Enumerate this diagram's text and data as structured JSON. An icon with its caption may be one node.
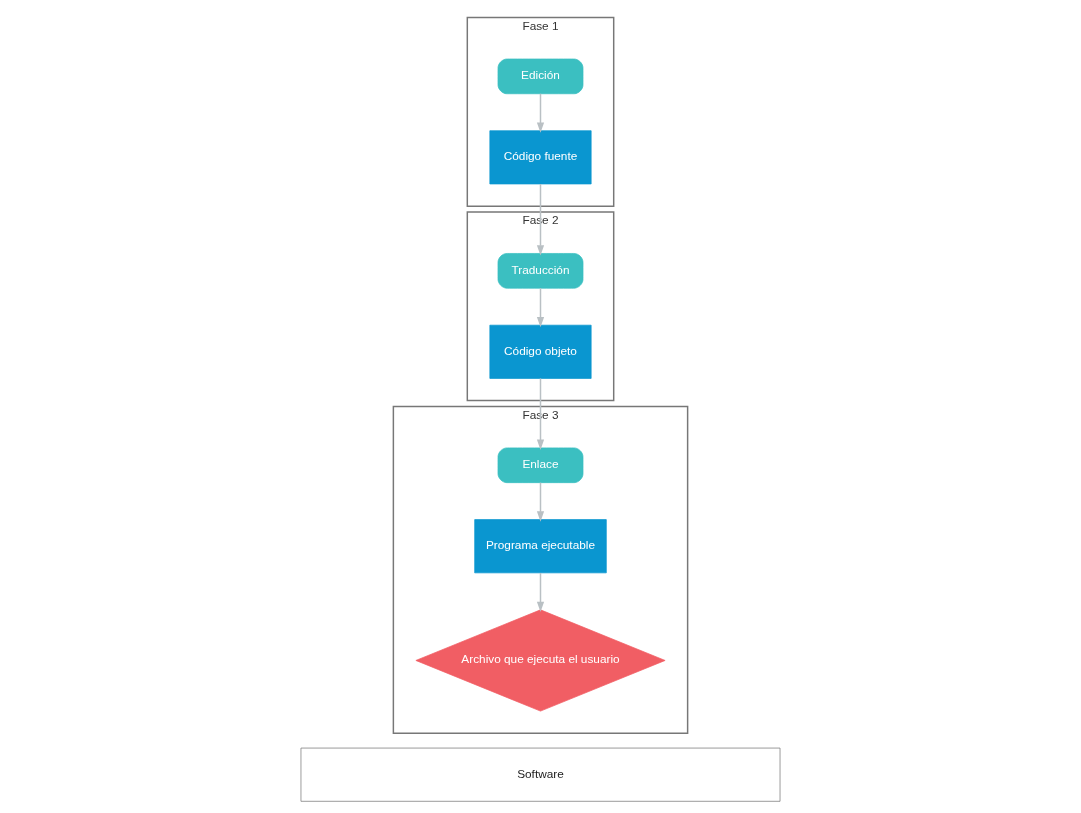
{
  "diagram": {
    "nodes": [
      {
        "text": [
          "Fase 1"
        ]
      },
      {
        "text": [
          "Edición"
        ],
        "in": 0
      },
      {
        "text": [
          "Código fuente"
        ],
        "in": 0
      },
      {
        "text": [
          "Fase 2"
        ]
      },
      {
        "text": [
          "Traducción"
        ],
        "in": 3
      },
      {
        "text": [
          "Código objeto"
        ],
        "in": 3
      },
      {
        "text": [
          "Fase 3"
        ]
      },
      {
        "text": [
          "Enlace"
        ],
        "in": 6
      },
      {
        "text": [
          "Programa ejecutable"
        ],
        "in": 6
      },
      {
        "text": [
          "Archivo que ejecuta el usuario"
        ],
        "in": 6
      },
      {
        "text": [
          "Software"
        ]
      }
    ],
    "edges": [
      {
        "from": 1,
        "to": 2,
        "arrow": "to"
      },
      {
        "from": 2,
        "to": 4,
        "arrow": "to"
      },
      {
        "from": 4,
        "to": 5,
        "arrow": "to"
      },
      {
        "from": 5,
        "to": 7,
        "arrow": "to"
      },
      {
        "from": 7,
        "to": 8,
        "arrow": "to"
      },
      {
        "from": 8,
        "to": 9,
        "arrow": "to"
      }
    ]
  }
}
